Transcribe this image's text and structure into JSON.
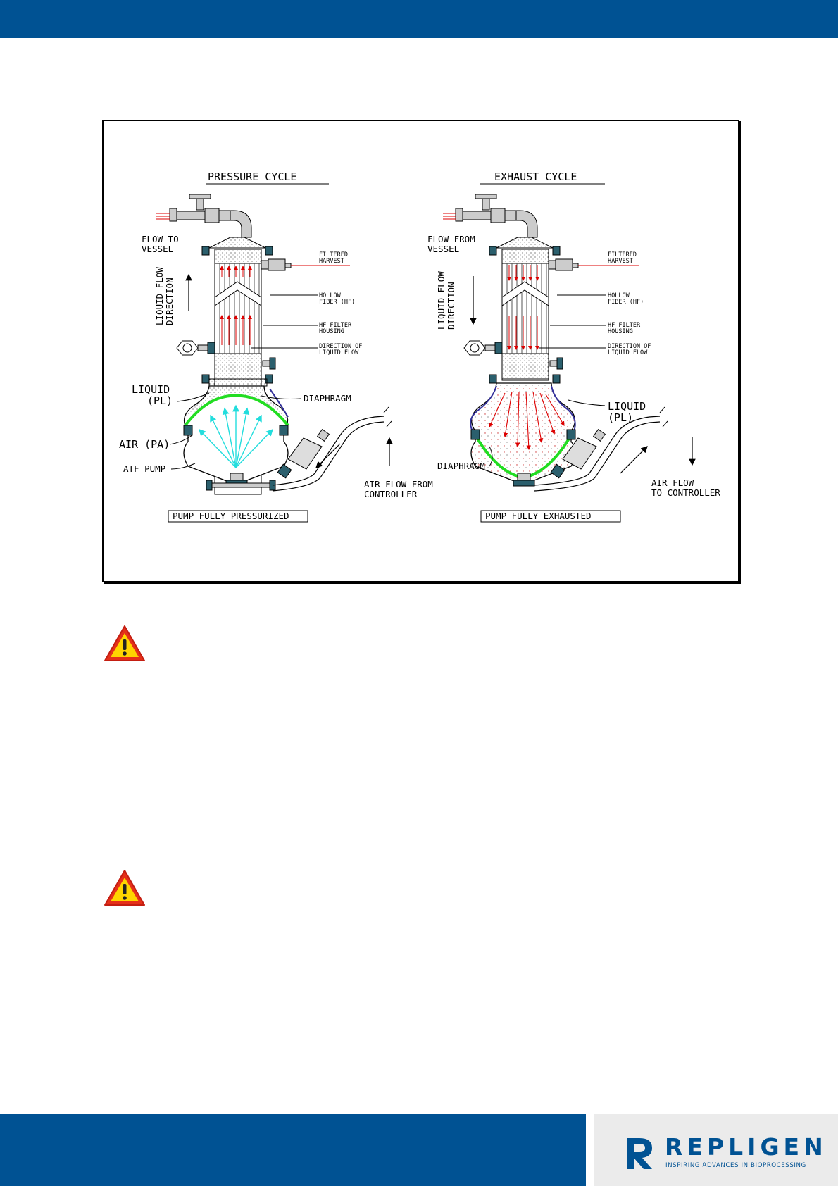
{
  "colors": {
    "brand_blue": "#005293",
    "diaphragm_green": "#22dd22",
    "air_arrow": "#33dddd",
    "liquid_arrow": "#dd0000",
    "warning_yellow": "#ffd500",
    "warning_red": "#e53019"
  },
  "figure": {
    "pressure_cycle": {
      "title": "PRESSURE CYCLE",
      "flow_to_vessel": [
        "FLOW TO",
        "VESSEL"
      ],
      "liquid_flow_direction": [
        "LIQUID FLOW",
        "DIRECTION"
      ],
      "filtered_harvest": [
        "FILTERED",
        "HARVEST"
      ],
      "hollow_fiber": [
        "HOLLOW",
        "FIBER (HF)"
      ],
      "hf_filter_housing": [
        "HF FILTER",
        "HOUSING"
      ],
      "direction_of_liquid_flow": [
        "DIRECTION OF",
        "LIQUID FLOW"
      ],
      "liquid_pl": [
        "LIQUID",
        "(PL)"
      ],
      "diaphragm": "DIAPHRAGM",
      "air_pa": "AIR (PA)",
      "atf_pump": "ATF PUMP",
      "air_flow_from_controller": [
        "AIR FLOW FROM",
        "CONTROLLER"
      ],
      "status": "PUMP FULLY PRESSURIZED"
    },
    "exhaust_cycle": {
      "title": "EXHAUST CYCLE",
      "flow_from_vessel": [
        "FLOW FROM",
        "VESSEL"
      ],
      "liquid_flow_direction": [
        "LIQUID FLOW",
        "DIRECTION"
      ],
      "filtered_harvest": [
        "FILTERED",
        "HARVEST"
      ],
      "hollow_fiber": [
        "HOLLOW",
        "FIBER (HF)"
      ],
      "hf_filter_housing": [
        "HF FILTER",
        "HOUSING"
      ],
      "direction_of_liquid_flow": [
        "DIRECTION OF",
        "LIQUID FLOW"
      ],
      "liquid_pl": [
        "LIQUID",
        "(PL)"
      ],
      "diaphragm": "DIAPHRAGM",
      "air_flow_to_controller": [
        "AIR FLOW",
        "TO CONTROLLER"
      ],
      "status": "PUMP FULLY EXHAUSTED"
    }
  },
  "warnings": [
    {
      "icon": "warning-triangle-icon"
    },
    {
      "icon": "warning-triangle-icon"
    }
  ],
  "footer": {
    "logo": "REPLIGEN",
    "tagline": "INSPIRING ADVANCES IN BIOPROCESSING"
  }
}
